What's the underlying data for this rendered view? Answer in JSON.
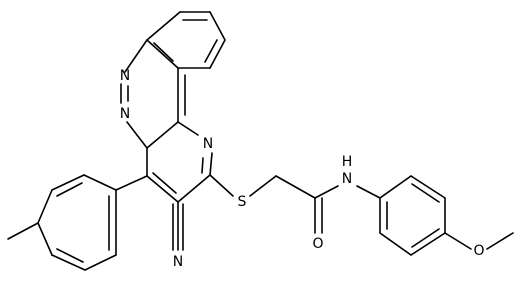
{
  "molecule": {
    "atoms": [
      {
        "id": "n1",
        "label": "N"
      },
      {
        "id": "n2",
        "label": "N"
      },
      {
        "id": "n3",
        "label": "N"
      },
      {
        "id": "n4",
        "label": "N"
      },
      {
        "id": "s1",
        "label": "S"
      },
      {
        "id": "o1",
        "label": "O"
      },
      {
        "id": "nh1",
        "label": "N"
      },
      {
        "id": "h1",
        "label": "H"
      },
      {
        "id": "o2",
        "label": "O"
      }
    ]
  },
  "colors": {
    "bond": "#000000",
    "background": "#ffffff"
  }
}
